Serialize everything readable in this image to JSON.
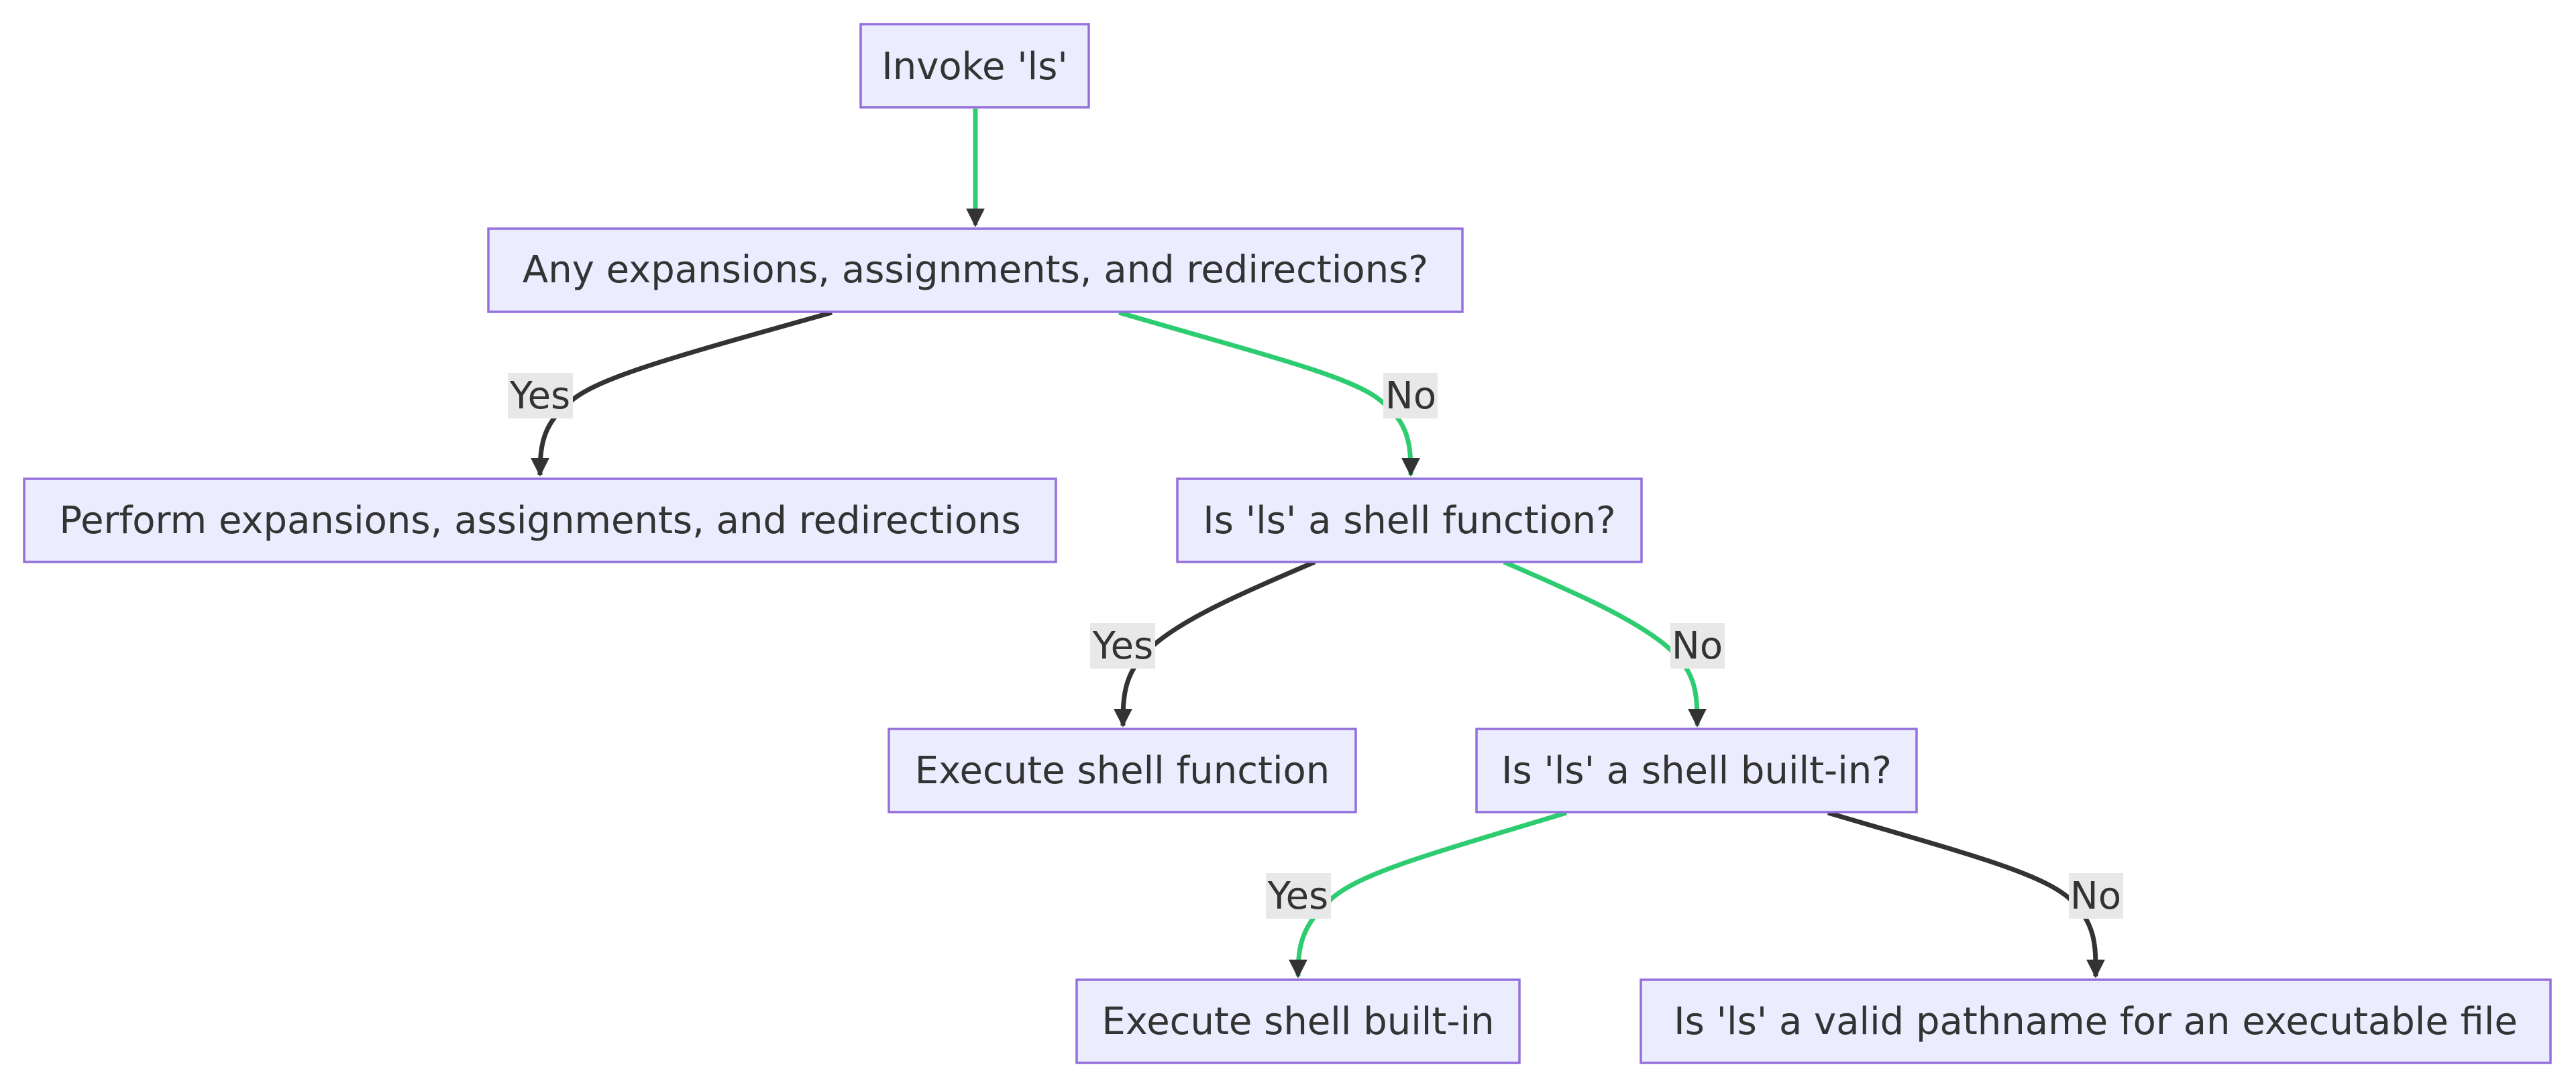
{
  "colors": {
    "node_fill": "#ececff",
    "node_border": "#9370db",
    "text": "#333333",
    "edge_default": "#333333",
    "edge_highlight": "#2ecc71",
    "label_background": "#e8e8e8"
  },
  "nodes": {
    "invoke": "Invoke 'ls'",
    "any_expansions": "Any expansions, assignments, and redirections?",
    "perform_expansions": "Perform expansions, assignments, and redirections",
    "is_shell_function": "Is 'ls' a shell function?",
    "execute_shell_function": "Execute shell function",
    "is_shell_builtin": "Is 'ls' a shell built-in?",
    "execute_shell_builtin": "Execute shell built-in",
    "is_valid_pathname": "Is 'ls' a valid pathname for an executable file"
  },
  "edges": [
    {
      "from": "invoke",
      "to": "any_expansions",
      "label": "",
      "highlighted": true
    },
    {
      "from": "any_expansions",
      "to": "perform_expansions",
      "label": "Yes",
      "highlighted": false
    },
    {
      "from": "any_expansions",
      "to": "is_shell_function",
      "label": "No",
      "highlighted": true
    },
    {
      "from": "is_shell_function",
      "to": "execute_shell_function",
      "label": "Yes",
      "highlighted": false
    },
    {
      "from": "is_shell_function",
      "to": "is_shell_builtin",
      "label": "No",
      "highlighted": true
    },
    {
      "from": "is_shell_builtin",
      "to": "execute_shell_builtin",
      "label": "Yes",
      "highlighted": true
    },
    {
      "from": "is_shell_builtin",
      "to": "is_valid_pathname",
      "label": "No",
      "highlighted": false
    }
  ]
}
